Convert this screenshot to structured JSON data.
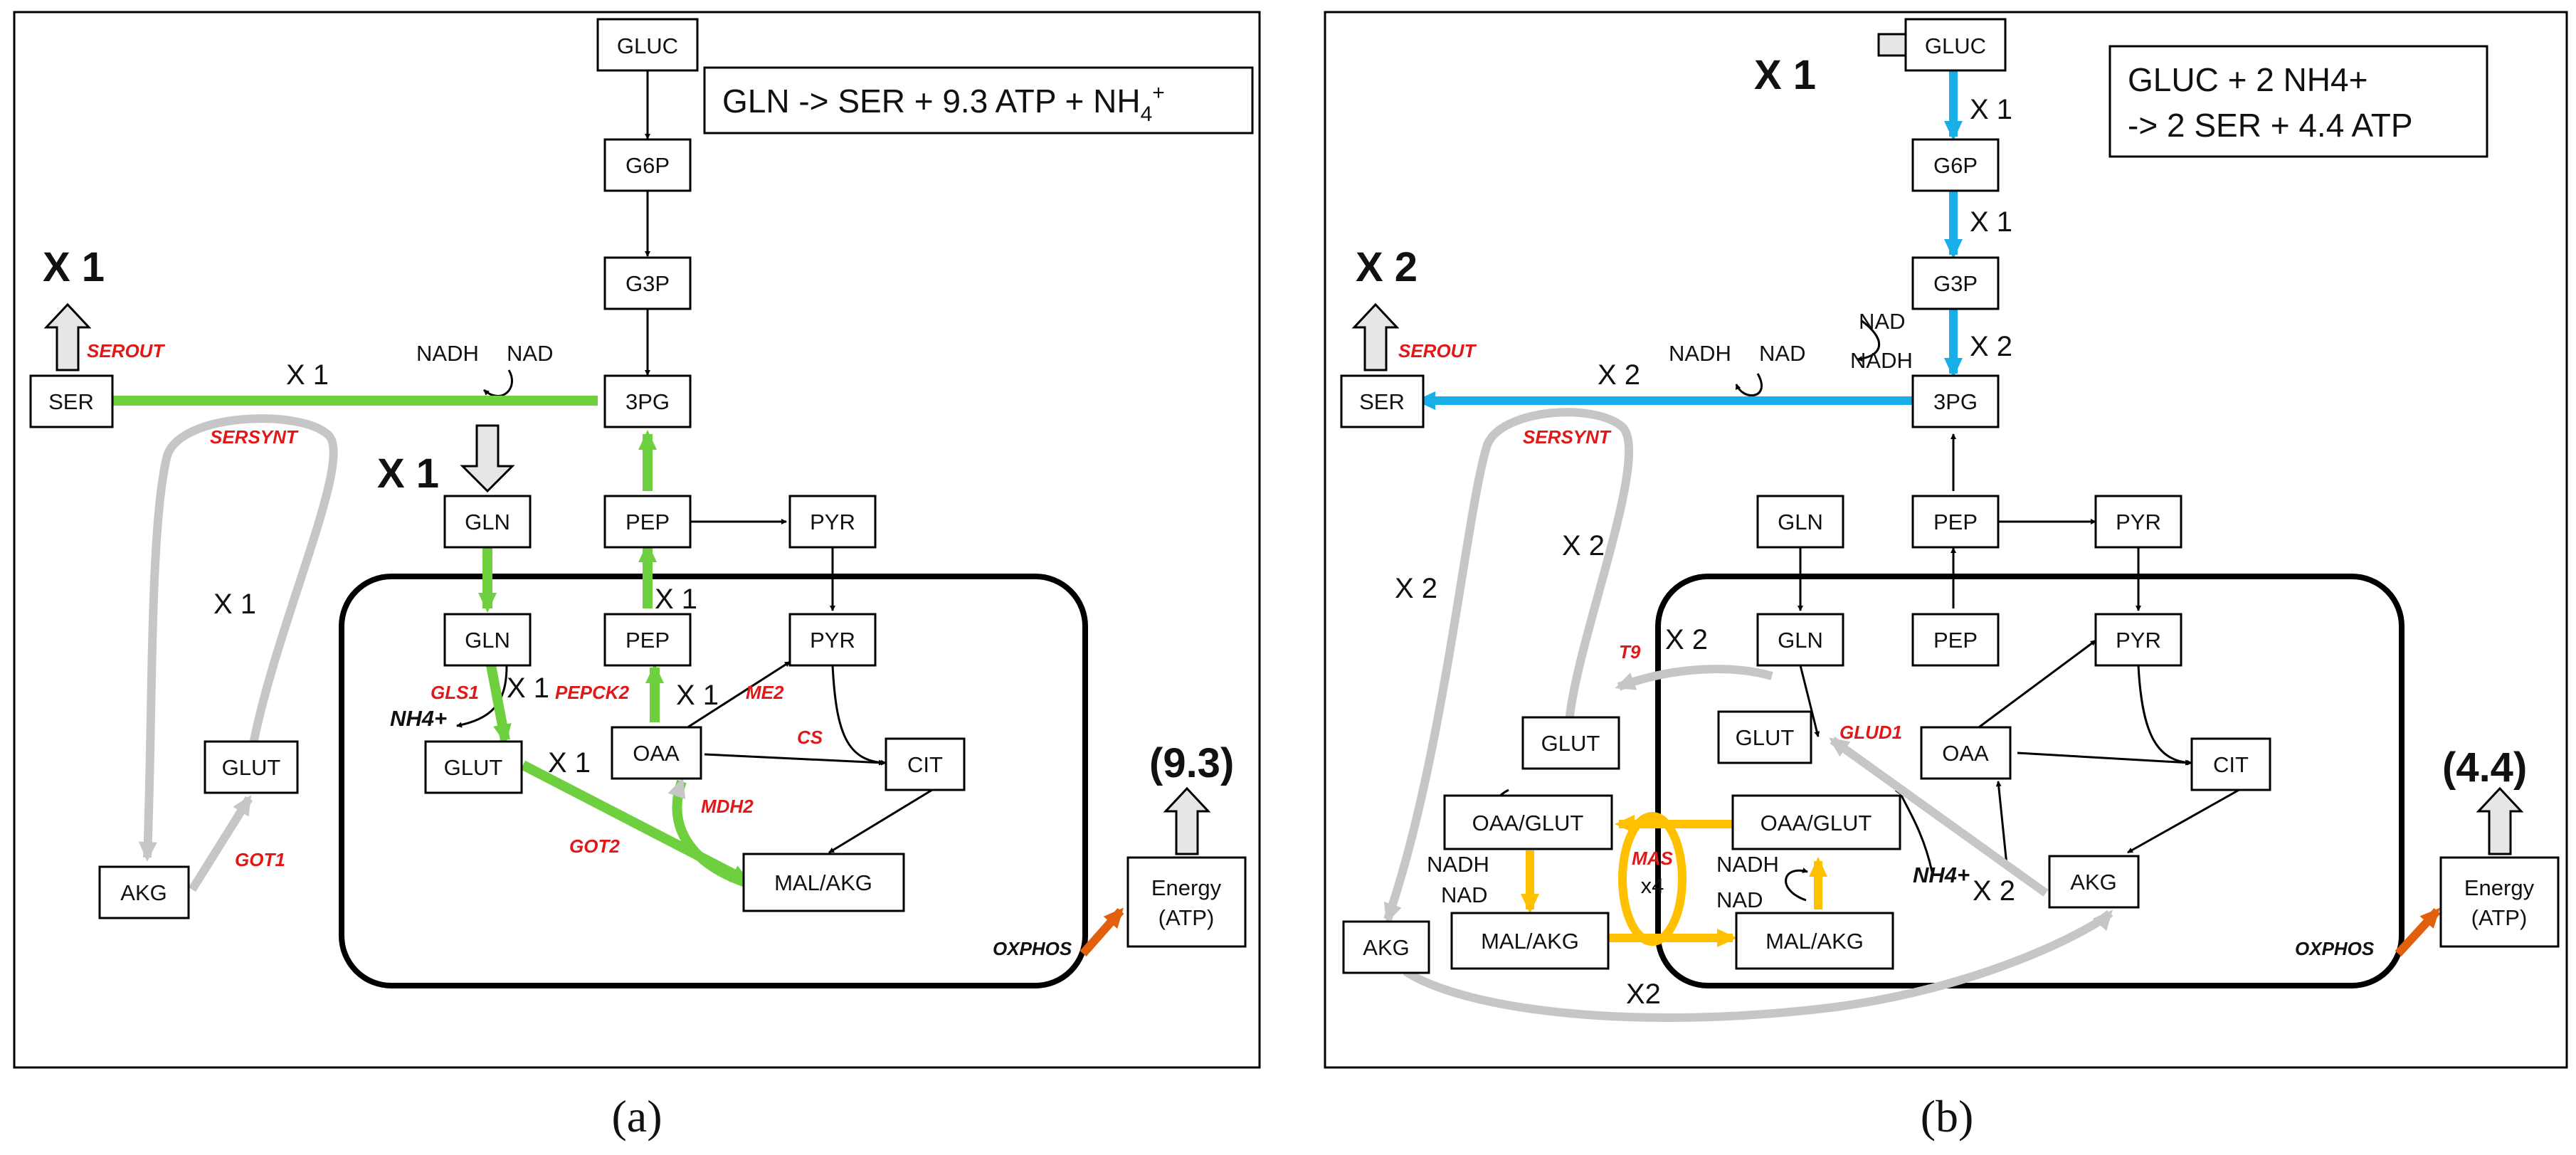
{
  "panel_a": {
    "caption": "(a)",
    "equation": "GLN -> SER + 9.3 ATP + NH4+",
    "equation_html_parts": [
      "GLN -> SER + 9.3 ATP + NH",
      "4",
      "+"
    ],
    "ser_multiplier": "X 1",
    "gln_multiplier": "X 1",
    "energy_value": "(9.3)",
    "nodes": {
      "gluc": "GLUC",
      "g6p": "G6P",
      "g3p": "G3P",
      "pg3": "3PG",
      "ser": "SER",
      "gln_cyt": "GLN",
      "pep_cyt": "PEP",
      "pyr_cyt": "PYR",
      "gln_mit": "GLN",
      "pep_mit": "PEP",
      "pyr_mit": "PYR",
      "glut_mit": "GLUT",
      "oaa": "OAA",
      "cit": "CIT",
      "malakg": "MAL/AKG",
      "glut_cyt": "GLUT",
      "akg_cyt": "AKG",
      "energy1": "Energy",
      "energy2": "(ATP)"
    },
    "enzymes": {
      "serout": "SEROUT",
      "sersynt": "SERSYNT",
      "gls1": "GLS1",
      "pepck2": "PEPCK2",
      "me2": "ME2",
      "cs": "CS",
      "mdh2": "MDH2",
      "got2": "GOT2",
      "got1": "GOT1",
      "oxphos": "OXPHOS"
    },
    "labels": {
      "nadh": "NADH",
      "nad": "NAD",
      "nh4": "NH4+",
      "x_ser": "X 1",
      "x_loop": "X 1",
      "x_pep": "X 1",
      "x_gls": "X 1",
      "x_oaa": "X 1",
      "x_glut": "X 1"
    }
  },
  "panel_b": {
    "caption": "(b)",
    "equation_line1": "GLUC + 2 NH4+",
    "equation_line2": "->  2 SER + 4.4 ATP",
    "gluc_multiplier": "X 1",
    "ser_multiplier": "X 2",
    "energy_value": "(4.4)",
    "mas_count": "x4",
    "nodes": {
      "gluc": "GLUC",
      "g6p": "G6P",
      "g3p": "G3P",
      "pg3": "3PG",
      "ser": "SER",
      "gln_cyt": "GLN",
      "pep_cyt": "PEP",
      "pyr_cyt": "PYR",
      "gln_mit": "GLN",
      "pep_mit": "PEP",
      "pyr_mit": "PYR",
      "glut_cyt": "GLUT",
      "glut_mit": "GLUT",
      "oaa": "OAA",
      "cit": "CIT",
      "oaaglut_cyt": "OAA/GLUT",
      "oaaglut_mit": "OAA/GLUT",
      "malakg_cyt": "MAL/AKG",
      "malakg_mit": "MAL/AKG",
      "akg_cyt": "AKG",
      "akg_mit": "AKG",
      "energy1": "Energy",
      "energy2": "(ATP)"
    },
    "enzymes": {
      "serout": "SEROUT",
      "sersynt": "SERSYNT",
      "t9": "T9",
      "glud1": "GLUD1",
      "mas": "MAS",
      "oxphos": "OXPHOS"
    },
    "labels": {
      "nadh_top": "NADH",
      "nad_top": "NAD",
      "nad_g3p": "NAD",
      "nadh_g3p": "NADH",
      "nadh_l": "NADH",
      "nad_l": "NAD",
      "nadh_r": "NADH",
      "nad_r": "NAD",
      "nh4": "NH4+",
      "x_g6p": "X 1",
      "x_g3p": "X 1",
      "x_3pg": "X 2",
      "x_ser": "X 2",
      "x_loop1": "X 2",
      "x_loop2": "X 2",
      "x_t9": "X 2",
      "x_akg": "X 2",
      "x_bottom": "X2"
    }
  },
  "colors": {
    "green": "#6ecf3f",
    "grey": "#c6c6c6",
    "blue": "#1aaee8",
    "yellow": "#ffc000",
    "orange": "#e0600e",
    "enzyme_red": "#e01818"
  }
}
